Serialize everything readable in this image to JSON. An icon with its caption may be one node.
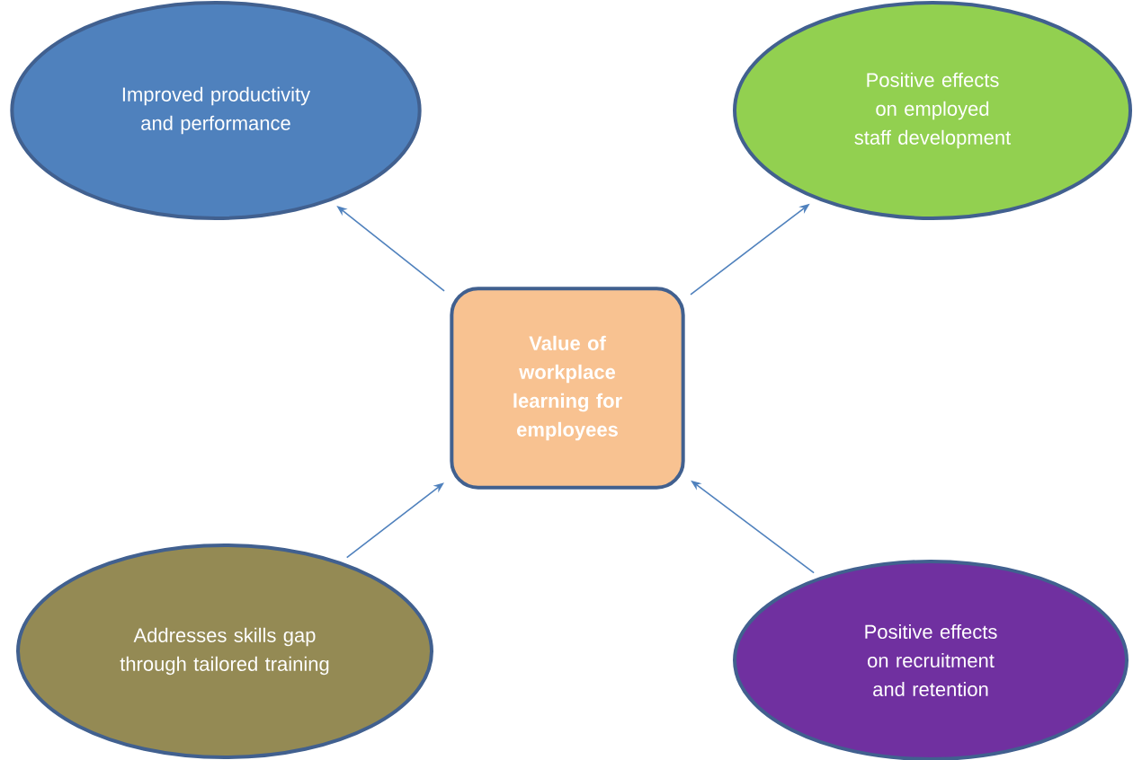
{
  "diagram": {
    "nodes": [
      {
        "text": [
          "Improved productivity and performance"
        ]
      },
      {
        "text": [
          "Positive effects on employed staff development"
        ]
      },
      {
        "text": [
          "Value of workplace learning for employees"
        ]
      },
      {
        "text": [
          "Addresses skills gap through tailored training"
        ]
      },
      {
        "text": [
          "Positive effects on recruitment and retention"
        ]
      }
    ],
    "edges": [
      {
        "from": 2,
        "to": 0,
        "arrow": "to"
      },
      {
        "from": 2,
        "to": 1,
        "arrow": "to"
      },
      {
        "from": 3,
        "to": 2,
        "arrow": "to"
      },
      {
        "from": 4,
        "to": 2,
        "arrow": "to"
      }
    ]
  }
}
